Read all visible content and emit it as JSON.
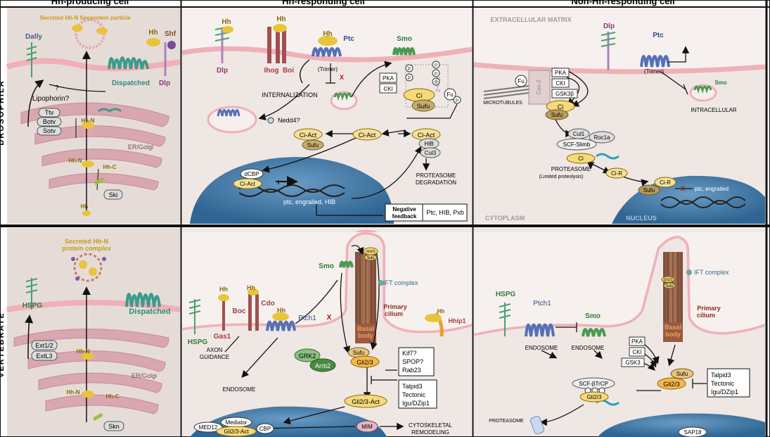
{
  "columns": {
    "producing": "Hh-producing cell",
    "responding": "Hh-responding cell",
    "non_responding": "Non-Hh-responding cell"
  },
  "rows": {
    "top": "DROSOPHILA",
    "bottom": "VERTEBRATE"
  },
  "drosophila": {
    "producing": {
      "particle": "Secreted Hh-N  lipoprotein particle",
      "dally": "Dally",
      "hh": "Hh",
      "shf": "Shf",
      "dispatched": "Dispatched",
      "dlp": "Dlp",
      "question": "?",
      "lipophorin": "Lipophorin?",
      "ttv": "Ttv",
      "botv": "Botv",
      "sotv": "Sotv",
      "hhn1": "Hh-N",
      "er": "ER/Golgi",
      "hhn2": "Hh-N",
      "hhc": "Hh-C",
      "ski": "Ski",
      "hh_bottom": "Hh"
    },
    "responding": {
      "hh1": "Hh",
      "hh2": "Hh",
      "hh3": "Hh",
      "ptc": "Ptc",
      "dlp": "Dlp",
      "ihog": "Ihog",
      "boi": "Boi",
      "trimer": "(Trimer)",
      "x": "X",
      "smo": "Smo",
      "p": "P",
      "pka": "PKA",
      "cki": "CKI",
      "cos2": "Cos-2",
      "ci": "Ci",
      "sufu": "Sufu",
      "fu": "Fu",
      "internalization": "INTERNALIZATION",
      "nedd4": "Nedd4?",
      "ciact1": "Ci-Act",
      "sufu2": "Sufu",
      "ciact2": "Ci-Act",
      "ciact3": "Ci-Act",
      "hib": "HIB",
      "cul3": "Cul3",
      "proteasome": "PROTEASOME",
      "degradation": "DEGRADATION",
      "dcbp": "dCBP",
      "ciact_nuc": "Ci-Act",
      "targets": "ptc, engrailed, HIB",
      "negative": "Negative",
      "feedback": "feedback",
      "feedback_targets": "Ptc, HIB, Pxb"
    },
    "non_responding": {
      "ecm": "EXTRACELLULAR MATRIX",
      "dlp": "Dlp",
      "ptc": "Ptc",
      "trimer": "(Trimer)",
      "smo": "Smo",
      "intracellular": "INTRACELLULAR",
      "fu": "Fu",
      "cos2": "Cos-2",
      "pka": "PKA",
      "cki": "CKI",
      "gsk": "GSK3β",
      "microtubules": "MICROTUBULES",
      "ci": "Ci",
      "sufu": "Sufu",
      "cul1": "Cul1",
      "roc1a": "Roc1a",
      "scf": "SCF-Slimb",
      "ci2": "Ci",
      "proteasome": "PROTEASOME",
      "limited": "(Limited proteolysis)",
      "cir": "Ci-R",
      "cir2": "Ci-R",
      "sufu2": "Sufu",
      "targets": "ptc, engrailed",
      "cytoplasm": "CYTOPLASM",
      "nucleus": "NUCLEUS"
    }
  },
  "vertebrate": {
    "producing": {
      "complex1": "Secreted Hh-N",
      "complex2": "protein complex",
      "hspg": "HSPG",
      "dispatched": "Dispatched",
      "ext12": "Ext1/2",
      "extl3": "ExtL3",
      "hhn1": "Hh-N",
      "er": "ER/Golgi",
      "hhn2": "Hh-N",
      "hhc": "Hh-C",
      "skn": "Skn"
    },
    "responding": {
      "smo": "Smo",
      "gli_tip": "Gli2/3",
      "sufu_tip": "Sufu",
      "ift": "IFT complex",
      "hh1": "Hh",
      "hh2": "Hh",
      "hh3": "Hh",
      "cdo": "Cdo",
      "boc": "Boc",
      "gas1": "Gas1",
      "ptch1": "Ptch1",
      "x": "X",
      "hspg": "HSPG",
      "basal1": "Basal",
      "basal2": "body",
      "primary": "Primary",
      "cilium": "cilium",
      "hh4": "Hh",
      "hhip1": "Hhip1",
      "axon": "AXON",
      "guidance": "GUIDANCE",
      "grk2": "GRK2",
      "arrb2": "Arrb2",
      "sufu": "Sufu",
      "gli": "Gli2/3",
      "kif7": "Kif7?",
      "spop": "SPOP?",
      "rab23": "Rab23",
      "endosome": "ENDOSOME",
      "talpid3": "Talpid3",
      "tectonic": "Tectonic",
      "igu": "Igu/DZip1",
      "gliact": "Gli2/3-Act",
      "mediator": "Mediator",
      "med12": "MED12",
      "gliact2": "Gli2/3-Act",
      "cbp": "CBP",
      "mim": "MIM",
      "cyto1": "CYTOSKELETAL",
      "cyto2": "REMODELING"
    },
    "non_responding": {
      "hspg": "HSPG",
      "ptch1": "Ptch1",
      "smo": "Smo",
      "endosome1": "ENDOSOME",
      "endosome2": "ENDOSOME",
      "ift": "IFT complex",
      "gli_tip": "Gli2/3",
      "sufu_tip": "Sufu",
      "basal1": "Basal",
      "basal2": "body",
      "primary": "Primary",
      "cilium": "cilium",
      "pka": "PKA",
      "cki": "CKI",
      "gsk": "GSK3",
      "sufu": "Sufu",
      "gli": "Gli2/3",
      "scf": "SCF-βTrCP",
      "gli2": "Gli2/3",
      "talpid3": "Talpid3",
      "tectonic": "Tectonic",
      "igu": "Igu/DZip1",
      "proteasome": "PROTEASOME",
      "sap18": "SAP18"
    }
  },
  "colors": {
    "cell_bg": "#efe6e2",
    "producing_bg": "#e8ddd8",
    "membrane": "#f2b8c0",
    "golgi": "#d9a4ad",
    "nucleus": "#3f7aa8",
    "hh": "#e8c43a",
    "receptor_blue": "#5570b8",
    "smo_green": "#4a9a52",
    "dispatched": "#3c9c8a",
    "ci_yellow": "#f5d97a",
    "sufu_brown": "#b89a5a"
  }
}
